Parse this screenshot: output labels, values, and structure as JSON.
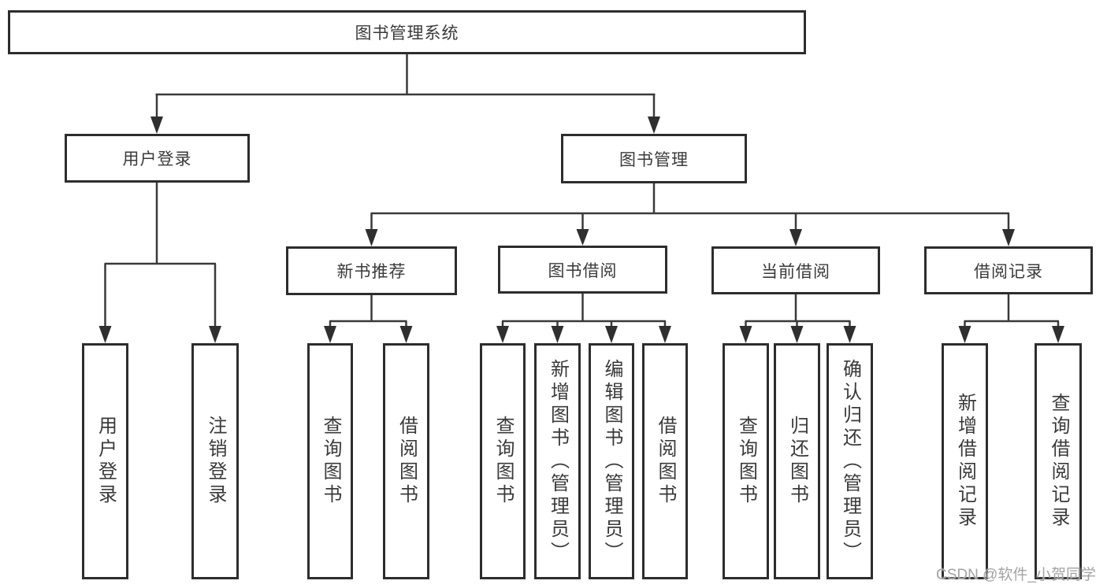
{
  "diagram": {
    "root": {
      "label": "图书管理系统"
    },
    "user_branch": {
      "label": "用户登录",
      "children": [
        {
          "label": "用户登录"
        },
        {
          "label": "注销登录"
        }
      ]
    },
    "book_branch": {
      "label": "图书管理",
      "groups": [
        {
          "label": "新书推荐",
          "children": [
            {
              "label": "查询图书"
            },
            {
              "label": "借阅图书"
            }
          ]
        },
        {
          "label": "图书借阅",
          "children": [
            {
              "label": "查询图书"
            },
            {
              "label": "新增图书（管理员）"
            },
            {
              "label": "编辑图书（管理员）"
            },
            {
              "label": "借阅图书"
            }
          ]
        },
        {
          "label": "当前借阅",
          "children": [
            {
              "label": "查询图书"
            },
            {
              "label": "归还图书"
            },
            {
              "label": "确认归还（管理员）"
            }
          ]
        },
        {
          "label": "借阅记录",
          "children": [
            {
              "label": "新增借阅记录"
            },
            {
              "label": "查询借阅记录"
            }
          ]
        }
      ]
    }
  },
  "watermark": {
    "text": "CSDN @软件_小贺同学"
  },
  "colors": {
    "line": "#3a3a3a",
    "border": "#2d2d2d",
    "text": "#3a3a3a",
    "watermark": "#a3a3a3",
    "background": "#ffffff"
  }
}
